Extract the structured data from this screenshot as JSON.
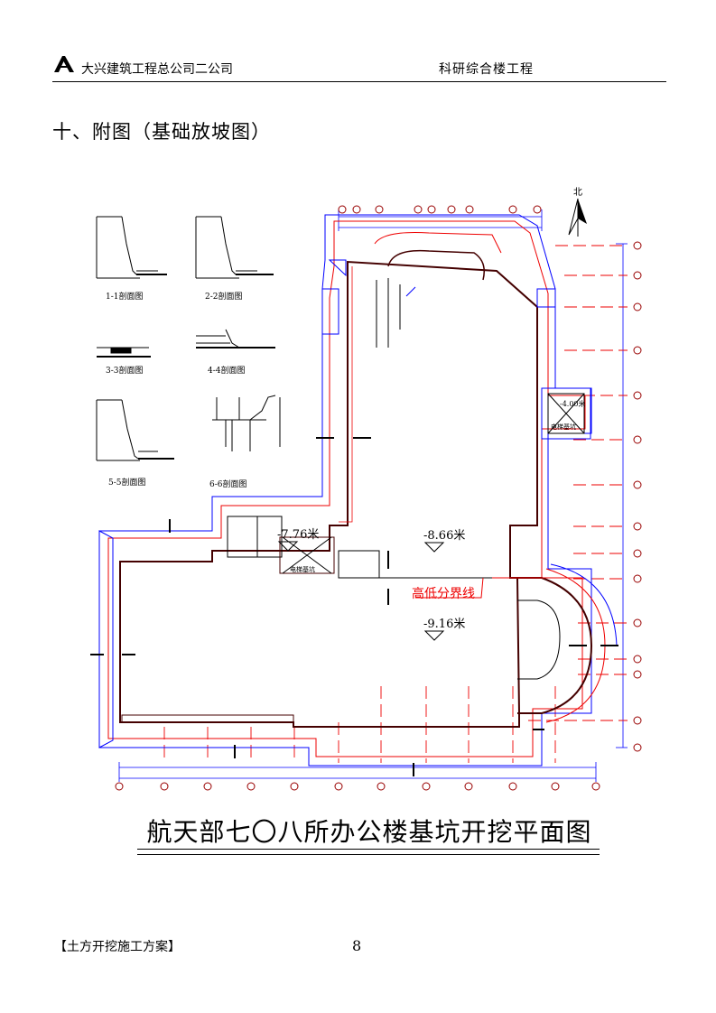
{
  "header": {
    "company": "大兴建筑工程总公司二公司",
    "project": "科研综合楼工程"
  },
  "section_title": "十、附图（基础放坡图）",
  "drawing": {
    "sections": [
      "1-1剖面图",
      "2-2剖面图",
      "3-3剖面图",
      "4-4剖面图",
      "5-5剖面图",
      "6-6剖面图"
    ],
    "north": "北",
    "elev_left": "-7.76米",
    "elev_mid": "-8.66米",
    "elev_low": "-9.16米",
    "divider_label": "高低分界线",
    "base_left": "电梯基坑",
    "base_right": "电梯基坑",
    "base_right_elev": "-4.00米"
  },
  "caption": "航天部七〇八所办公楼基坑开挖平面图",
  "footer": {
    "plan_name": "【土方开挖施工方案】",
    "page_number": "8"
  }
}
